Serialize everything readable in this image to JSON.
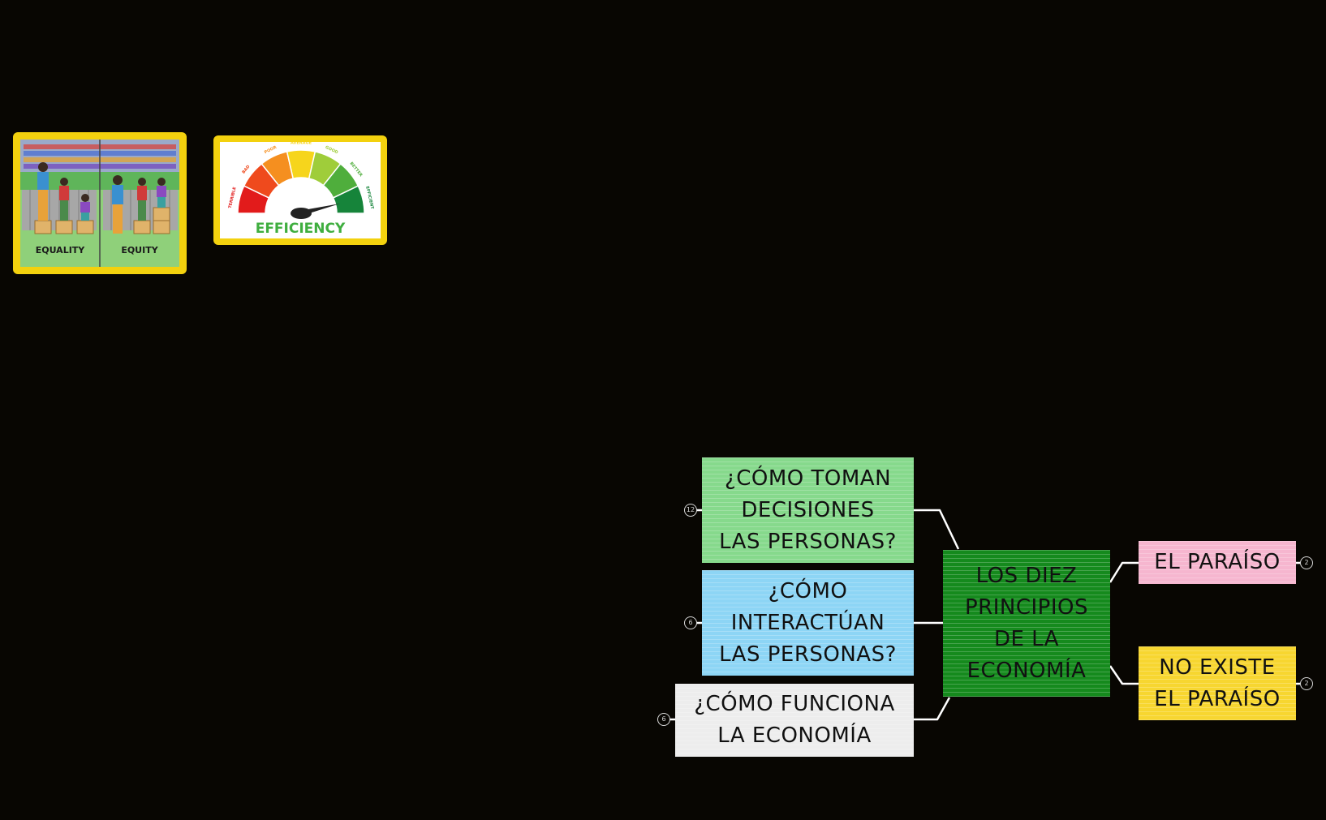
{
  "images": {
    "equality": {
      "left_label": "EQUALITY",
      "right_label": "EQUITY",
      "frame_color": "#f3d10e"
    },
    "efficiency": {
      "title": "EFFICIENCY",
      "gauge_labels": [
        "TERRIBLE",
        "BAD",
        "POOR",
        "AVERAGE",
        "GOOD",
        "BETTER",
        "EFFICIENT"
      ],
      "frame_color": "#f3d10e"
    }
  },
  "mindmap": {
    "central": {
      "label": "LOS DIEZ\nPRINCIPIOS\nDE LA\nECONOMÍA",
      "color": "#158a1d"
    },
    "left_topics": [
      {
        "label": "¿CÓMO TOMAN\nDECISIONES\nLAS PERSONAS?",
        "count": "12",
        "color": "#86d98c"
      },
      {
        "label": "¿CÓMO\nINTERACTÚAN\nLAS PERSONAS?",
        "count": "6",
        "color": "#8dd5f5"
      },
      {
        "label": "¿CÓMO FUNCIONA\nLA ECONOMÍA",
        "count": "6",
        "color": "#ededed"
      }
    ],
    "right_topics": [
      {
        "label": "EL PARAÍSO",
        "count": "2",
        "color": "#f6b6cf"
      },
      {
        "label": "NO EXISTE\nEL PARAÍSO",
        "count": "2",
        "color": "#f7d630"
      }
    ],
    "connector_color": "#ffffff"
  }
}
